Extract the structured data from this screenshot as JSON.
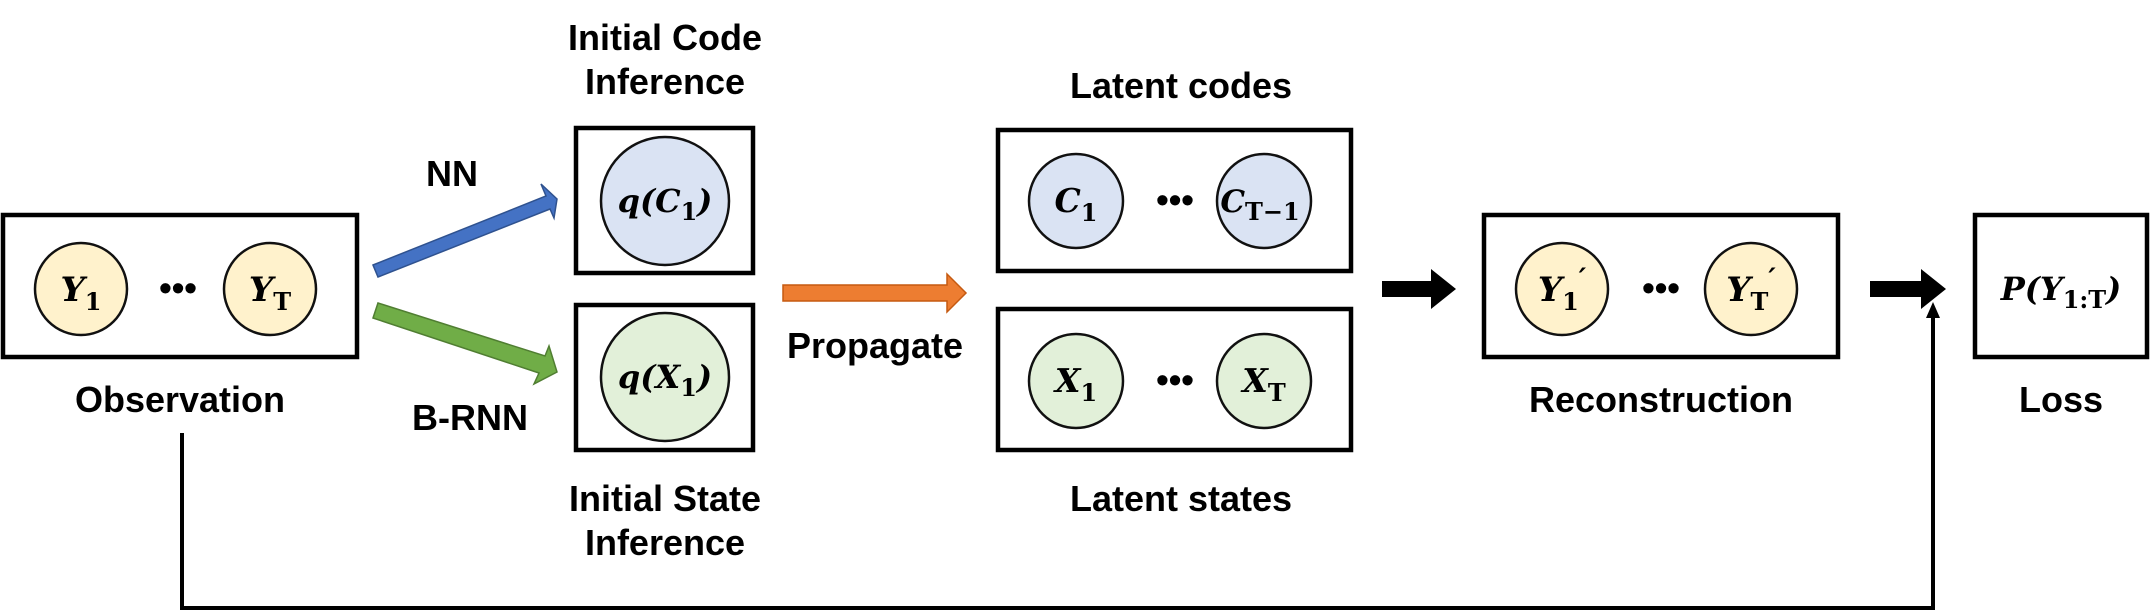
{
  "colors": {
    "observation_fill": "#FFF2CC",
    "code_fill": "#DAE3F3",
    "state_fill": "#E2F0D9",
    "nn_arrow": "#4472C4",
    "nn_label": "#5B9BD5",
    "brnn_arrow": "#70AD47",
    "propagate": "#ED7D31",
    "stroke": "#000000"
  },
  "labels": {
    "observation": "Observation",
    "initial_code_1": "Initial Code",
    "initial_code_2": "Inference",
    "initial_state_1": "Initial State",
    "initial_state_2": "Inference",
    "latent_codes": "Latent codes",
    "latent_states": "Latent states",
    "reconstruction": "Reconstruction",
    "loss": "Loss",
    "nn": "NN",
    "brnn": "B-RNN",
    "propagate": "Propagate"
  },
  "nodes": {
    "obs_first": {
      "base": "Y",
      "sub": "1"
    },
    "obs_last": {
      "base": "Y",
      "sub": "T"
    },
    "q_code": {
      "pre": "q(",
      "base": "C",
      "sub": "1",
      "post": ")"
    },
    "q_state": {
      "pre": "q(",
      "base": "X",
      "sub": "1",
      "post": ")"
    },
    "code_first": {
      "base": "C",
      "sub": "1"
    },
    "code_last": {
      "base": "C",
      "sub": "T−1"
    },
    "state_first": {
      "base": "X",
      "sub": "1"
    },
    "state_last": {
      "base": "X",
      "sub": "T"
    },
    "recon_first": {
      "base": "Y",
      "sub": "1",
      "prime": "′"
    },
    "recon_last": {
      "base": "Y",
      "sub": "T",
      "prime": "′"
    },
    "loss_expr": {
      "pre": "P(",
      "base": "Y",
      "sub": "1:T",
      "post": ")"
    }
  },
  "ellipsis": "•••"
}
